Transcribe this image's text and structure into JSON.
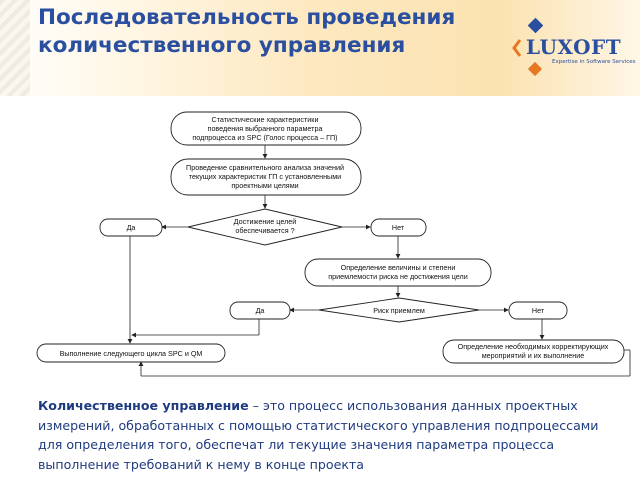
{
  "header": {
    "title": "Последовательность проведения количественного управления",
    "logo_text": "LUXOFT",
    "logo_tagline": "Expertise in Software Services"
  },
  "diagram": {
    "start": [
      "Статистические характеристики",
      "поведения выбранного параметра",
      "подпроцесса из SPC (Голос процесса – ГП)"
    ],
    "compare": [
      "Проведение сравнительного анализа значений",
      "текущих характеристик ГП с установленными",
      "проектными целями"
    ],
    "decision1": [
      "Достижение целей",
      "обеспечивается ?"
    ],
    "yes1": "Да",
    "no1": "Нет",
    "risk_eval": [
      "Определение величины и степени",
      "приемлемости риска не достижения цели"
    ],
    "decision2": "Риск приемлем",
    "yes2": "Да",
    "no2": "Нет",
    "next_cycle": "Выполнение следующего цикла SPC и QM",
    "corrective": [
      "Определение необходимых корректирующих",
      "мероприятий и их выполнение"
    ]
  },
  "description": {
    "term": "Количественное управление",
    "body": " – это процесс использования данных проектных измерений, обработанных с помощью статистического управления подпроцессами для определения того, обеспечат ли текущие значения параметра процесса выполнение требований к нему в конце проекта"
  },
  "colors": {
    "title": "#2b4fa0",
    "accent": "#e87722",
    "text": "#1f3b80"
  }
}
